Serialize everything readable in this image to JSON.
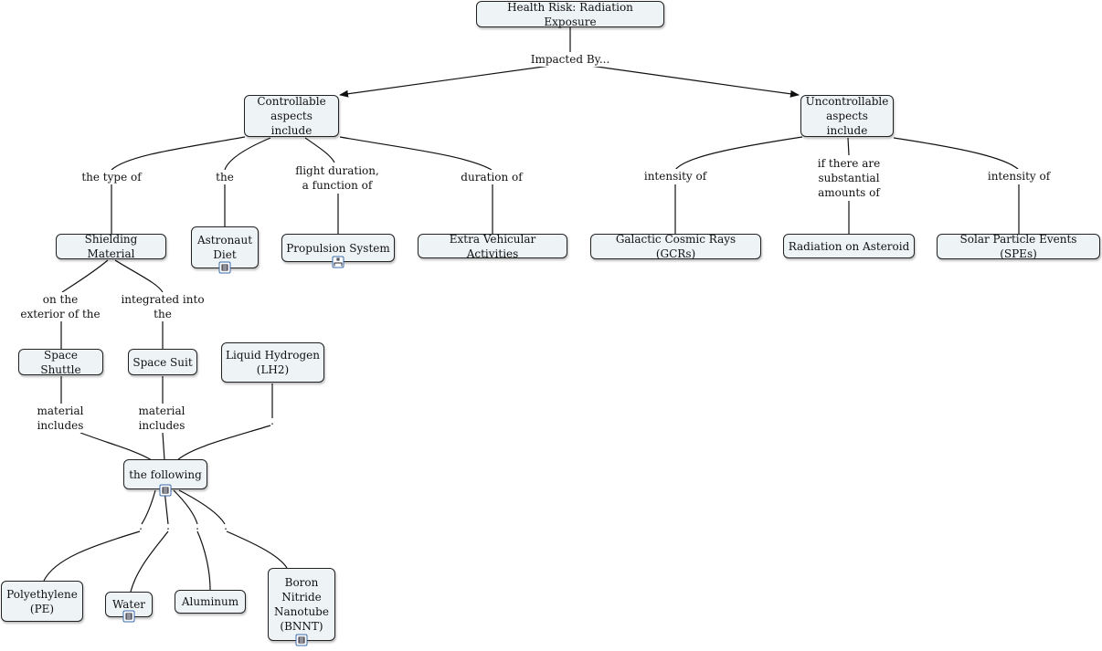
{
  "nodes": {
    "root": "Health Risk: Radiation Exposure",
    "controllable": "Controllable\naspects include",
    "uncontrollable": "Uncontrollable\naspects include",
    "shielding": "Shielding Material",
    "diet": "Astronaut\nDiet",
    "propulsion": "Propulsion System",
    "eva": "Extra Vehicular Activities",
    "gcr": "Galactic Cosmic Rays (GCRs)",
    "asteroid": "Radiation on Asteroid",
    "spe": "Solar Particle Events (SPEs)",
    "shuttle": "Space Shuttle",
    "suit": "Space Suit",
    "lh2": "Liquid Hydrogen\n(LH2)",
    "following": "the following",
    "pe": "Polyethylene\n(PE)",
    "water": "Water",
    "aluminum": "Aluminum",
    "bnnt": "Boron\nNitride\nNanotube\n(BNNT)"
  },
  "links": {
    "impacted": "Impacted By...",
    "type_of": "the type of",
    "the": "the",
    "flight_duration": "flight duration,\na function of",
    "duration_of": "duration of",
    "intensity_gcr": "intensity of",
    "substantial": "if there are\nsubstantial\namounts of",
    "intensity_spe": "intensity of",
    "exterior": "on the\nexterior of the",
    "integrated": "integrated into\nthe",
    "mat_shuttle": "material\nincludes",
    "mat_suit": "material\nincludes"
  }
}
